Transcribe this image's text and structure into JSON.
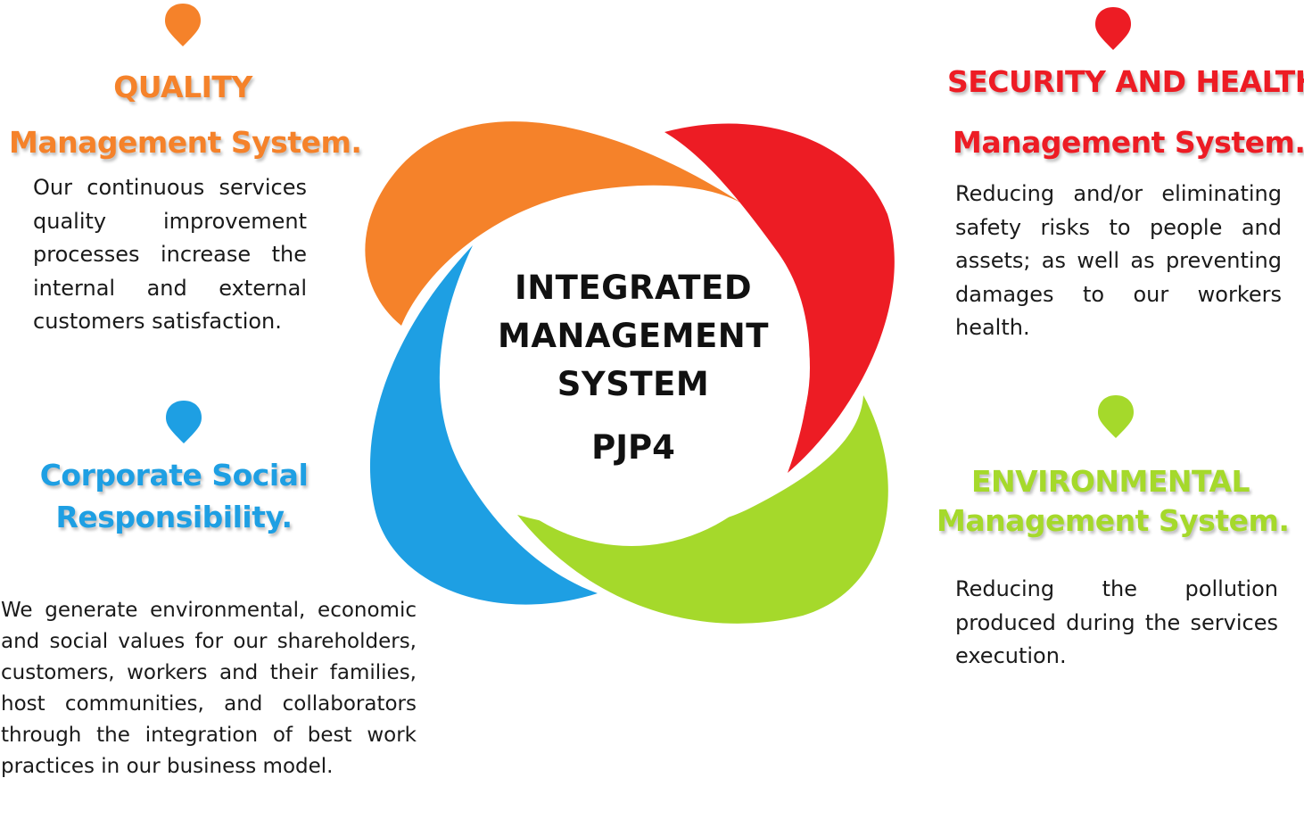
{
  "colors": {
    "quality": "#f5822a",
    "security": "#ed1c24",
    "csr": "#1e9fe3",
    "environmental": "#a5d92b",
    "text": "#1a1a1a"
  },
  "center": {
    "title_lines": [
      "INTEGRATED",
      "MANAGEMENT",
      "SYSTEM"
    ],
    "code": "PJP4"
  },
  "quality": {
    "icon": "map-pin-icon",
    "title_line1": "QUALITY",
    "title_line2": "Management System.",
    "description": "Our continuous services quality improvement processes increase the internal and external customers satisfaction."
  },
  "security": {
    "icon": "map-pin-icon",
    "title_line1": "SECURITY AND HEALTH",
    "title_line2": "Management System.",
    "description": "Reducing and/or eliminating safety risks to people and assets; as well as preventing damages to our workers health."
  },
  "csr": {
    "icon": "map-pin-icon",
    "title_line1": "Corporate Social",
    "title_line2": "Responsibility.",
    "description": "We generate environmental, economic and social values for our shareholders, customers, workers and their families, host communities, and collaborators through the integration of best work practices in our business model."
  },
  "environmental": {
    "icon": "map-pin-icon",
    "title_line1": "ENVIRONMENTAL",
    "title_line2": "Management System.",
    "description": "Reducing the pollution produced during the services execution."
  }
}
